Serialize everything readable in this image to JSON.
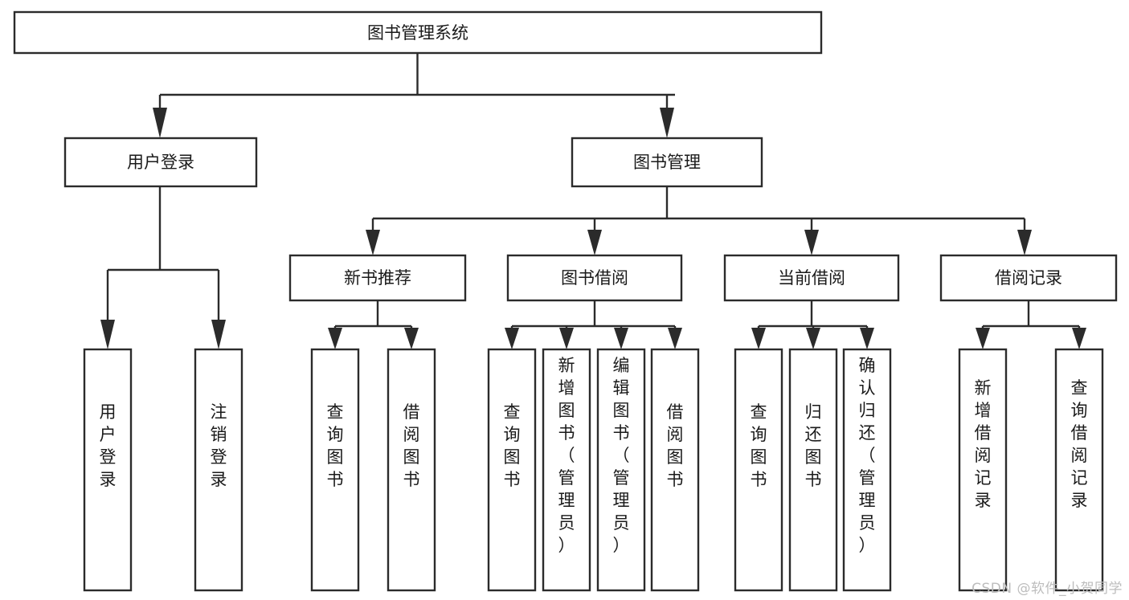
{
  "diagram": {
    "title": "图书管理系统",
    "type": "hierarchy-tree",
    "orientation": "top-down",
    "levels": 4,
    "colors": {
      "background": "#ffffff",
      "box_fill": "#ffffff",
      "box_stroke": "#2b2b2b",
      "connector": "#2b2b2b",
      "text": "#1a1a1a",
      "watermark": "#bdbdbd"
    },
    "root": {
      "id": "root",
      "label": "图书管理系统",
      "text_orientation": "horizontal"
    },
    "level2": [
      {
        "id": "user-login",
        "label": "用户登录",
        "text_orientation": "horizontal"
      },
      {
        "id": "book-management",
        "label": "图书管理",
        "text_orientation": "horizontal"
      }
    ],
    "level3": [
      {
        "id": "new-book-recommend",
        "label": "新书推荐",
        "parent": "book-management",
        "text_orientation": "horizontal"
      },
      {
        "id": "book-borrow",
        "label": "图书借阅",
        "parent": "book-management",
        "text_orientation": "horizontal"
      },
      {
        "id": "current-borrow",
        "label": "当前借阅",
        "parent": "book-management",
        "text_orientation": "horizontal"
      },
      {
        "id": "borrow-record",
        "label": "借阅记录",
        "parent": "book-management",
        "text_orientation": "horizontal"
      }
    ],
    "leaves": [
      {
        "id": "leaf-user-login",
        "label": "用户登录",
        "parent": "user-login",
        "text_orientation": "vertical"
      },
      {
        "id": "leaf-logout-login",
        "label": "注销登录",
        "parent": "user-login",
        "text_orientation": "vertical"
      },
      {
        "id": "leaf-query-book-1",
        "label": "查询图书",
        "parent": "new-book-recommend",
        "text_orientation": "vertical"
      },
      {
        "id": "leaf-borrow-book-1",
        "label": "借阅图书",
        "parent": "new-book-recommend",
        "text_orientation": "vertical"
      },
      {
        "id": "leaf-query-book-2",
        "label": "查询图书",
        "parent": "book-borrow",
        "text_orientation": "vertical"
      },
      {
        "id": "leaf-add-book",
        "label": "新增图书（管理员）",
        "parent": "book-borrow",
        "text_orientation": "vertical"
      },
      {
        "id": "leaf-edit-book",
        "label": "编辑图书（管理员）",
        "parent": "book-borrow",
        "text_orientation": "vertical"
      },
      {
        "id": "leaf-borrow-book-2",
        "label": "借阅图书",
        "parent": "book-borrow",
        "text_orientation": "vertical"
      },
      {
        "id": "leaf-query-book-3",
        "label": "查询图书",
        "parent": "current-borrow",
        "text_orientation": "vertical"
      },
      {
        "id": "leaf-return-book",
        "label": "归还图书",
        "parent": "current-borrow",
        "text_orientation": "vertical"
      },
      {
        "id": "leaf-confirm-return",
        "label": "确认归还（管理员）",
        "parent": "current-borrow",
        "text_orientation": "vertical"
      },
      {
        "id": "leaf-add-record",
        "label": "新增借阅记录",
        "parent": "borrow-record",
        "text_orientation": "vertical"
      },
      {
        "id": "leaf-query-record",
        "label": "查询借阅记录",
        "parent": "borrow-record",
        "text_orientation": "vertical"
      }
    ]
  },
  "watermark": {
    "text": "CSDN @软件_小贺同学"
  }
}
